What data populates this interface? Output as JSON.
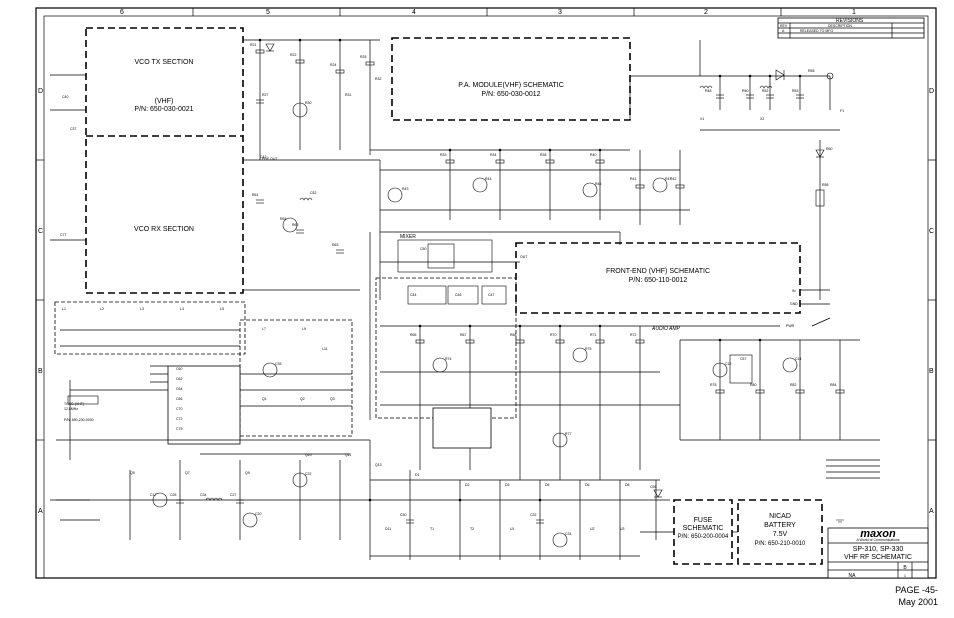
{
  "border": {
    "top_zones": [
      "6",
      "5",
      "4",
      "3",
      "2",
      "1"
    ],
    "side_zones": [
      "D",
      "C",
      "B",
      "A"
    ]
  },
  "revisions": {
    "heading": "REVISIONS",
    "col_rev": "REV",
    "col_description": "DESCRIPTION",
    "row_rev": "A",
    "row_description": "RELEASED TO MFG"
  },
  "blocks": {
    "vco_tx": {
      "title": "VCO TX SECTION",
      "band": "(VHF)",
      "pn": "P/N: 650-030-0021"
    },
    "vco_rx": {
      "title": "VCO RX SECTION"
    },
    "pa_module": {
      "title": "P.A. MODULE(VHF) SCHEMATIC",
      "pn": "P/N: 650-030-0012"
    },
    "front_end": {
      "title": "FRONT-END (VHF) SCHEMATIC",
      "pn": "P/N: 650-110-0012"
    },
    "fuse": {
      "title": "FUSE",
      "subtitle": "SCHEMATIC",
      "pn": "P/N: 650-200-0004"
    },
    "nicad": {
      "title": "NICAD",
      "subtitle": "BATTERY",
      "voltage": "7.5V",
      "pn": "P/N: 650-210-0010"
    }
  },
  "labels": {
    "mixer": "MIXER",
    "audio_amp": "AUDIO AMP",
    "pre_out": "PRE OUT",
    "tcxo": "TCXO (VHF)",
    "tcxo_freq": "12.8MHz",
    "tcxo_pn": "P/N: 650-230-0030",
    "in": "IN",
    "gnd": "GND",
    "out": "OUT",
    "pwr": "PWR"
  },
  "parts": [
    "R21",
    "R22",
    "R24",
    "R25",
    "R27",
    "R30",
    "R31",
    "R32",
    "R33",
    "R34",
    "R35",
    "R40",
    "R41",
    "R42",
    "R43",
    "R44",
    "R46",
    "R47",
    "R48",
    "R50",
    "R52",
    "R53",
    "R55",
    "R58",
    "R60",
    "R61",
    "R62",
    "R63",
    "R64",
    "R65",
    "R67",
    "R68",
    "R70",
    "R71",
    "R72",
    "R74",
    "R75",
    "R77",
    "R78",
    "R80",
    "R82",
    "R84",
    "C12",
    "C14",
    "C17",
    "C20",
    "C22",
    "C24",
    "C25",
    "C27",
    "C30",
    "C32",
    "C34",
    "C35",
    "C37",
    "C40",
    "C42",
    "C44",
    "C46",
    "C47",
    "C50",
    "C52",
    "C55",
    "C57",
    "C60",
    "C62",
    "C64",
    "C66",
    "C70",
    "C72",
    "C75",
    "C77",
    "L1",
    "L2",
    "L3",
    "L4",
    "L5",
    "L7",
    "L9",
    "L11",
    "Q1",
    "Q2",
    "Q3",
    "Q5",
    "Q7",
    "Q9",
    "Q10",
    "Q11",
    "Q13",
    "D1",
    "D2",
    "D3",
    "D5",
    "D6",
    "D8",
    "D11",
    "T1",
    "T2",
    "U1",
    "U2",
    "U3",
    "X1",
    "X2",
    "F1"
  ],
  "title_block": {
    "logo": "maxon",
    "tagline": "A World of Communications",
    "model": "SP-310, SP-330",
    "title": "VHF RF SCHEMATIC",
    "rev": "B",
    "scale": "NA",
    "sheet": "1"
  },
  "footer": {
    "page": "PAGE -45-",
    "date": "May 2001"
  }
}
